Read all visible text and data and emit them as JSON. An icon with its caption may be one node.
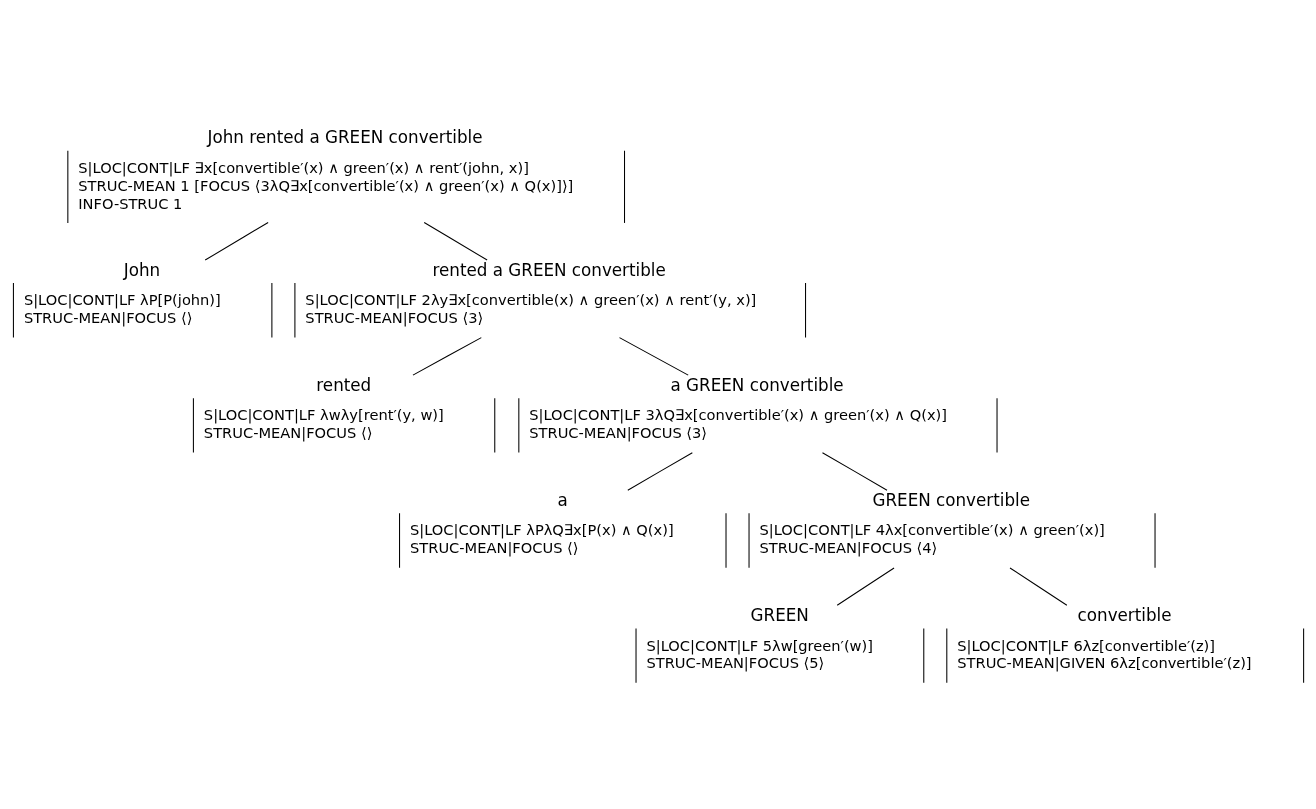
{
  "diagram": {
    "nodes": [
      {
        "text": [
          "John rented a GREEN convertible",
          "S|LOC|CONT|LF ∃x[convertible′(x) ∧ green′(x) ∧ rent′(john, x)]",
          "STRUC-MEAN 1 [FOCUS ⟨3λQ∃x[convertible′(x) ∧ green′(x) ∧ Q(x)]⟩]",
          "INFO-STRUC 1"
        ]
      },
      {
        "text": [
          "John",
          "S|LOC|CONT|LF λP[P(john)]",
          "STRUC-MEAN|FOCUS ⟨⟩"
        ]
      },
      {
        "text": [
          "rented a GREEN convertible",
          "S|LOC|CONT|LF 2λy∃x[convertible(x) ∧ green′(x) ∧ rent′(y, x)]",
          "STRUC-MEAN|FOCUS ⟨3⟩"
        ]
      },
      {
        "text": [
          "rented",
          "S|LOC|CONT|LF λwλy[rent′(y, w)]",
          "STRUC-MEAN|FOCUS ⟨⟩"
        ]
      },
      {
        "text": [
          "a GREEN convertible",
          "S|LOC|CONT|LF 3λQ∃x[convertible′(x) ∧ green′(x) ∧ Q(x)]",
          "STRUC-MEAN|FOCUS ⟨3⟩"
        ]
      },
      {
        "text": [
          "a",
          "S|LOC|CONT|LF λPλQ∃x[P(x) ∧ Q(x)]",
          "STRUC-MEAN|FOCUS ⟨⟩"
        ]
      },
      {
        "text": [
          "GREEN convertible",
          "S|LOC|CONT|LF 4λx[convertible′(x) ∧ green′(x)]",
          "STRUC-MEAN|FOCUS ⟨4⟩"
        ]
      },
      {
        "text": [
          "GREEN",
          "S|LOC|CONT|LF 5λw[green′(w)]",
          "STRUC-MEAN|FOCUS ⟨5⟩"
        ]
      },
      {
        "text": [
          "convertible",
          "S|LOC|CONT|LF 6λz[convertible′(z)]",
          "STRUC-MEAN|GIVEN 6λz[convertible′(z)]"
        ]
      }
    ],
    "edges": [
      {
        "from": 0,
        "to": 1,
        "arrow": "none"
      },
      {
        "from": 0,
        "to": 2,
        "arrow": "none"
      },
      {
        "from": 2,
        "to": 3,
        "arrow": "none"
      },
      {
        "from": 2,
        "to": 4,
        "arrow": "none"
      },
      {
        "from": 4,
        "to": 5,
        "arrow": "none"
      },
      {
        "from": 4,
        "to": 6,
        "arrow": "none"
      },
      {
        "from": 6,
        "to": 7,
        "arrow": "none"
      },
      {
        "from": 6,
        "to": 8,
        "arrow": "none"
      }
    ]
  }
}
